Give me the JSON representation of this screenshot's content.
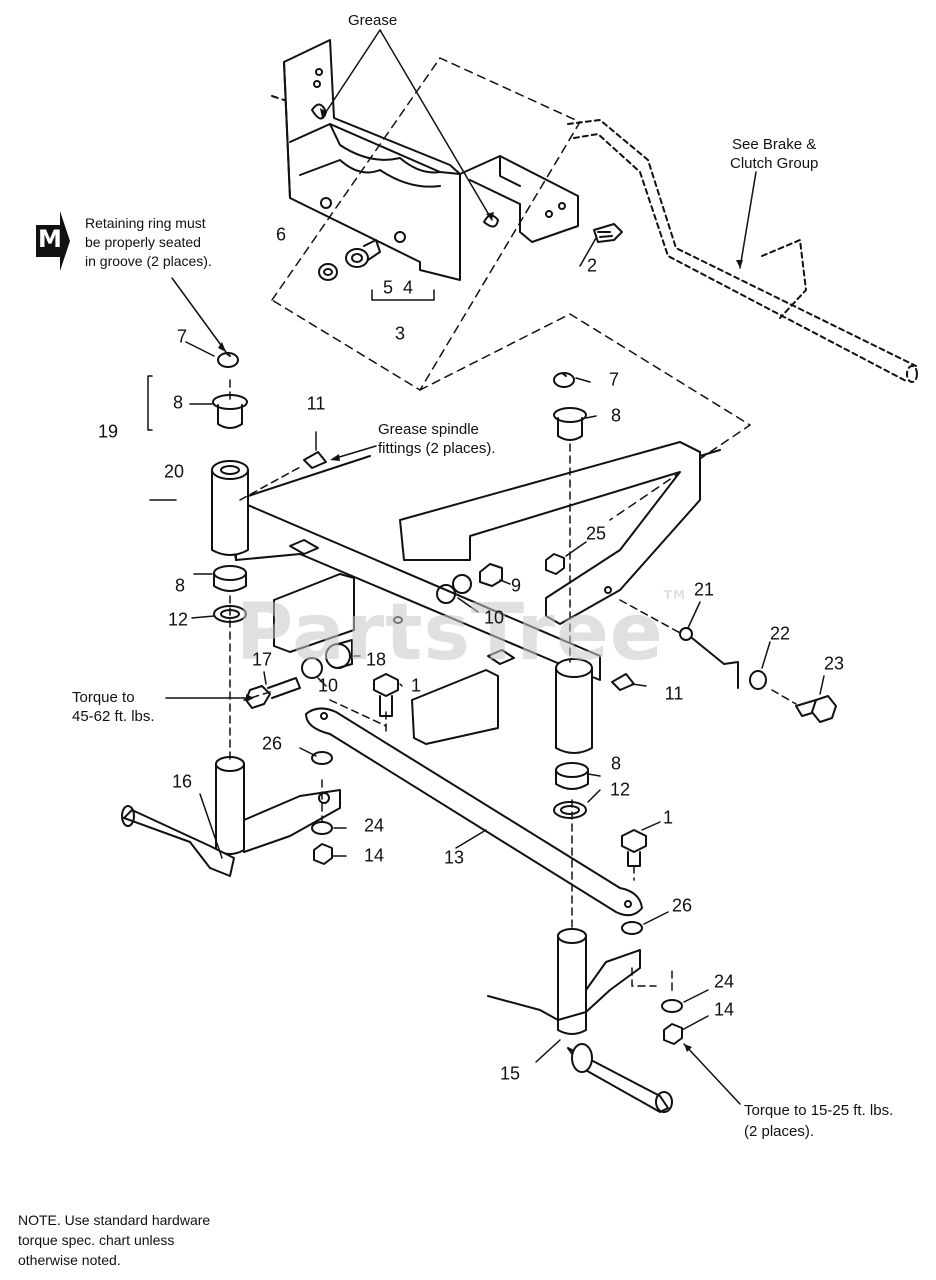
{
  "watermark": {
    "text": "PartsTree",
    "tm": "TM"
  },
  "badge": {
    "letter": "M"
  },
  "callouts": {
    "grease": "Grease",
    "see_brake_1": "See Brake &",
    "see_brake_2": "Clutch Group",
    "retaining_1": "Retaining ring must",
    "retaining_2": "be properly seated",
    "retaining_3": "in groove (2 places).",
    "grease_spindle_1": "Grease spindle",
    "grease_spindle_2": "fittings (2 places).",
    "torque_left_1": "Torque to",
    "torque_left_2": "45-62 ft. lbs.",
    "torque_right_1": "Torque to 15-25 ft. lbs.",
    "torque_right_2": "(2 places).",
    "note_1": "NOTE. Use standard hardware",
    "note_2": "torque spec. chart unless",
    "note_3": "otherwise noted."
  },
  "part_numbers": {
    "p2": "2",
    "p3": "3",
    "p4": "4",
    "p5": "5",
    "p6": "6",
    "p7a": "7",
    "p7b": "7",
    "p8a": "8",
    "p8b": "8",
    "p8c": "8",
    "p8d": "8",
    "p9": "9",
    "p10a": "10",
    "p10b": "10",
    "p11a": "11",
    "p11b": "11",
    "p12a": "12",
    "p12b": "12",
    "p13": "13",
    "p14a": "14",
    "p14b": "14",
    "p15": "15",
    "p16": "16",
    "p17": "17",
    "p18": "18",
    "p19": "19",
    "p20": "20",
    "p21": "21",
    "p22": "22",
    "p23": "23",
    "p24a": "24",
    "p24b": "24",
    "p25": "25",
    "p26a": "26",
    "p26b": "26",
    "p1a": "1",
    "p1b": "1"
  }
}
